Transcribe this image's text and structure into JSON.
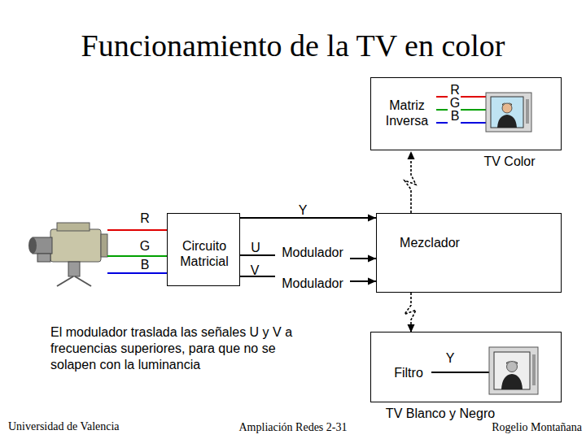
{
  "diagram": {
    "title": "Funcionamiento de la TV en color",
    "nodes": [
      {
        "text": [
          "TV Color"
        ]
      },
      {
        "text": [
          "Matriz Inversa"
        ],
        "in": 0
      },
      {
        "text": [
          "Circuito Matricial"
        ]
      },
      {
        "text": [
          "Mezclador"
        ]
      },
      {
        "text": [
          "Modulador"
        ]
      },
      {
        "text": [
          "Modulador"
        ]
      },
      {
        "text": [
          "TV Blanco y Negro"
        ]
      },
      {
        "text": [
          "Filtro"
        ],
        "in": 6
      }
    ],
    "edges": [
      {
        "from": 2,
        "to": 3,
        "label": "Y",
        "arrow": "to"
      },
      {
        "from": 2,
        "to": 4,
        "label": "U",
        "arrow": "none"
      },
      {
        "from": 2,
        "to": 5,
        "label": "V",
        "arrow": "none"
      },
      {
        "from": 4,
        "to": 3,
        "arrow": "to"
      },
      {
        "from": 5,
        "to": 3,
        "arrow": "to"
      },
      {
        "from": 3,
        "to": 1,
        "arrow": "to"
      },
      {
        "from": 3,
        "to": 7,
        "arrow": "to"
      }
    ],
    "labels": [
      "R",
      "G",
      "B",
      "R",
      "G",
      "B",
      "Y",
      "El modulador traslada las señales U y V a frecuencias superiores, para que no se solapen con la luminancia",
      "Universidad de Valencia",
      "Ampliación Redes 2-31",
      "Rogelio Montañana"
    ]
  }
}
